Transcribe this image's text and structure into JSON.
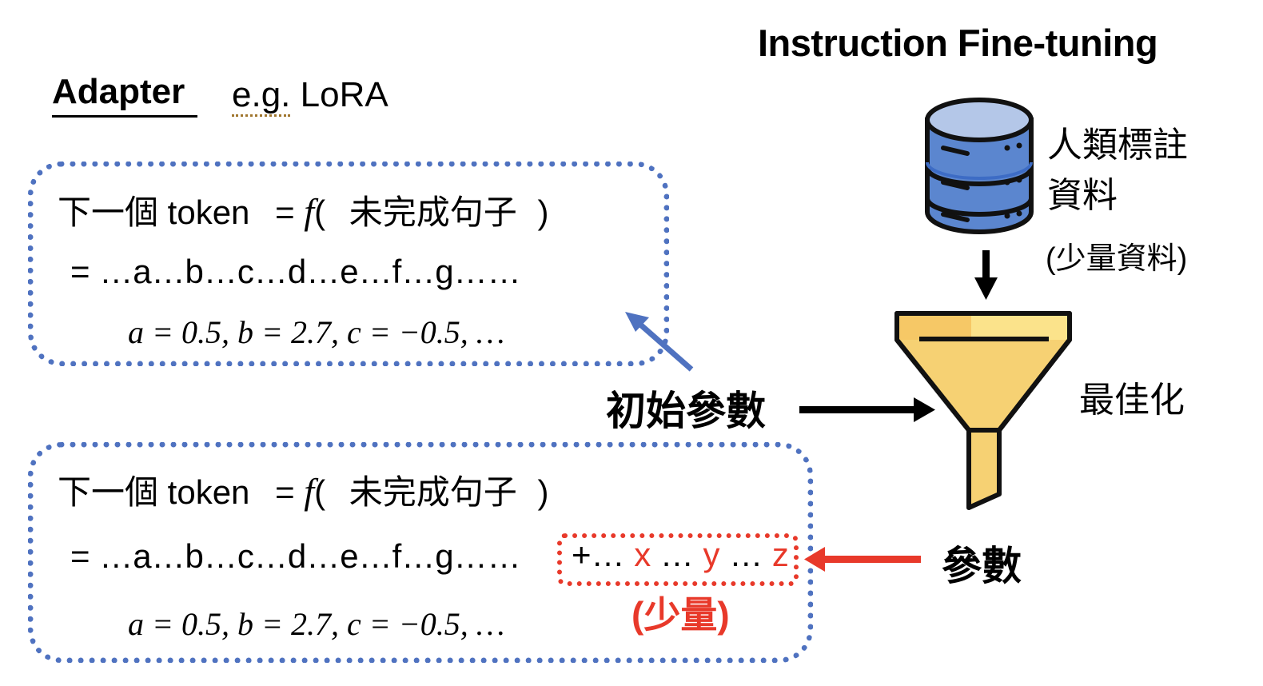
{
  "header": {
    "title": "Instruction Fine-tuning",
    "adapter_label": "Adapter",
    "example_prefix": "e.g.",
    "example_name": "LoRA"
  },
  "colors": {
    "box_border": "#4f72c0",
    "highlight_red": "#e8392a",
    "database_blue": "#5b86cf",
    "funnel_yellow": "#f6d173"
  },
  "box_original": {
    "formula_left": "下一個 token",
    "equals": "=",
    "function_symbol": "f",
    "open_paren": "(",
    "argument": "未完成句子",
    "close_paren": ")",
    "expansion": "= …a…b…c…d…e…f…g……",
    "params": "a = 0.5, b = 2.7, c = −0.5, …"
  },
  "box_adapter": {
    "formula_left": "下一個 token",
    "equals": "=",
    "function_symbol": "f",
    "open_paren": "(",
    "argument": "未完成句子",
    "close_paren": ")",
    "expansion": "= …a…b…c…d…e…f…g……",
    "params": "a = 0.5, b = 2.7, c = −0.5, …",
    "extra": {
      "plus": "+… ",
      "x": "x",
      "dots1": " … ",
      "y": "y",
      "dots2": " … ",
      "z": "z"
    },
    "extra_note": "(少量)"
  },
  "right_side": {
    "data_label_line1": "人類標註",
    "data_label_line2": "資料",
    "data_note": "(少量資料)",
    "optimize_label": "最佳化",
    "init_params_label": "初始參數",
    "params_label": "參數"
  }
}
